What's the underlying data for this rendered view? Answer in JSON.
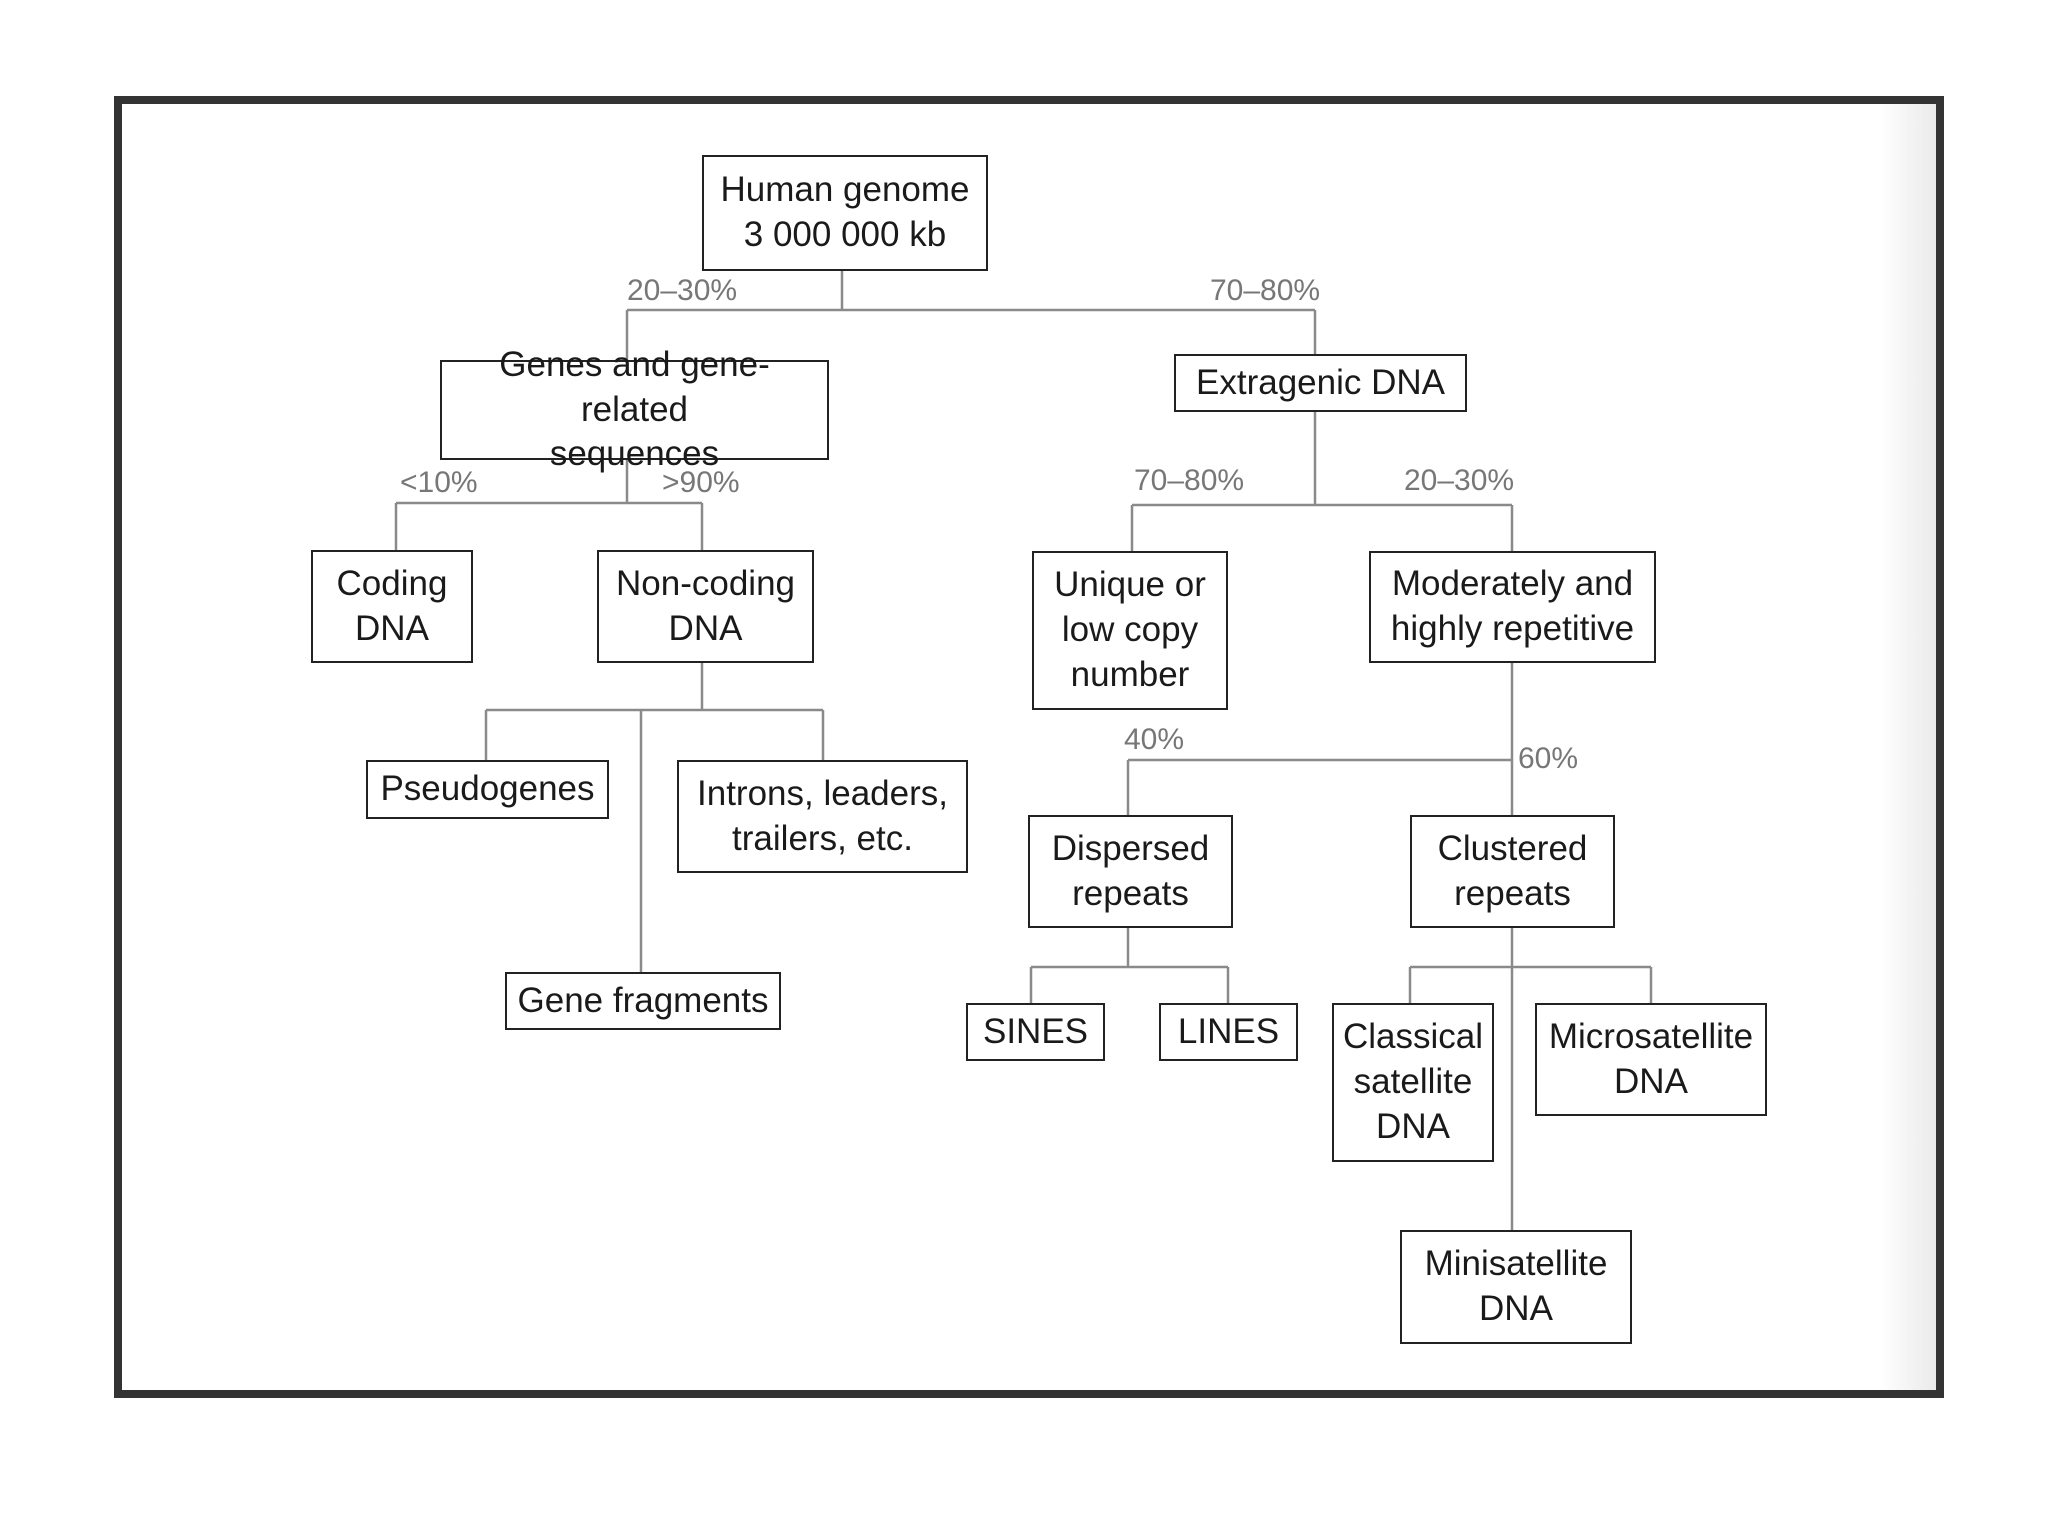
{
  "nodes": {
    "human_genome": "Human genome\n3 000 000 kb",
    "genes": "Genes and gene-related\nsequences",
    "extragenic": "Extragenic DNA",
    "coding": "Coding\nDNA",
    "noncoding": "Non-coding\nDNA",
    "unique": "Unique or\nlow copy\nnumber",
    "repetitive": "Moderately and\nhighly repetitive",
    "pseudogenes": "Pseudogenes",
    "introns": "Introns, leaders,\ntrailers, etc.",
    "gene_fragments": "Gene fragments",
    "dispersed": "Dispersed\nrepeats",
    "clustered": "Clustered\nrepeats",
    "sines": "SINES",
    "lines": "LINES",
    "classical": "Classical\nsatellite\nDNA",
    "microsatellite": "Microsatellite\nDNA",
    "minisatellite": "Minisatellite\nDNA"
  },
  "percentages": {
    "genes": "20–30%",
    "extragenic": "70–80%",
    "coding": "<10%",
    "noncoding": ">90%",
    "unique": "70–80%",
    "repetitive": "20–30%",
    "dispersed": "40%",
    "clustered": "60%"
  },
  "colors": {
    "border": "#333333",
    "box_border": "#222222",
    "connector": "#8a8a8a",
    "percent_text": "#777777"
  }
}
